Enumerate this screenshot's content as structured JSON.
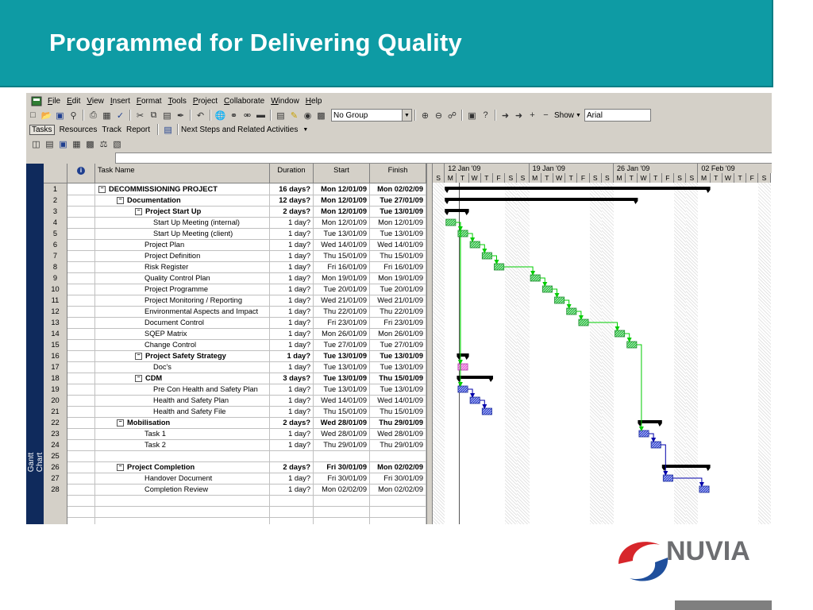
{
  "slide": {
    "title": "Programmed for Delivering Quality",
    "logo_text": "NUVIA"
  },
  "colors": {
    "banner": "#0e9ba4",
    "viewbar": "#0f2a5c",
    "bar_green": "#36c24a",
    "bar_blue": "#3d4fd4",
    "bar_pink": "#e86ad8",
    "summary": "#000000",
    "link_green": "#00cc00",
    "link_blue": "#0000aa",
    "logo_red": "#d7262b",
    "logo_blue": "#1f4f9c",
    "logo_text": "#6d6e71"
  },
  "menu": [
    "File",
    "Edit",
    "View",
    "Insert",
    "Format",
    "Tools",
    "Project",
    "Collaborate",
    "Window",
    "Help"
  ],
  "toolbar": {
    "group_value": "No Group",
    "show_label": "Show",
    "font_value": "Arial"
  },
  "view_tabs": {
    "tasks": "Tasks",
    "resources": "Resources",
    "track": "Track",
    "report": "Report",
    "next_steps": "Next Steps and Related Activities"
  },
  "view_bar_label": "Gantt Chart",
  "columns": {
    "id": "",
    "info": "i",
    "name": "Task Name",
    "duration": "Duration",
    "start": "Start",
    "finish": "Finish"
  },
  "timeline": {
    "weeks": [
      "12 Jan '09",
      "19 Jan '09",
      "26 Jan '09",
      "02 Feb '09"
    ],
    "day_letters": [
      "S",
      "M",
      "T",
      "W",
      "T",
      "F",
      "S",
      "S",
      "M",
      "T",
      "W",
      "T",
      "F",
      "S",
      "S",
      "M",
      "T",
      "W",
      "T",
      "F",
      "S",
      "S",
      "M",
      "T",
      "W",
      "T",
      "F",
      "S"
    ],
    "start_date": "2009-01-11"
  },
  "tasks": [
    {
      "id": "1",
      "name": "DECOMMISSIONING PROJECT",
      "level": 0,
      "summary": true,
      "duration": "16 days?",
      "start": "Mon 12/01/09",
      "finish": "Mon 02/02/09",
      "s": "2009-01-12",
      "f": "2009-02-02"
    },
    {
      "id": "2",
      "name": "Documentation",
      "level": 1,
      "summary": true,
      "duration": "12 days?",
      "start": "Mon 12/01/09",
      "finish": "Tue 27/01/09",
      "s": "2009-01-12",
      "f": "2009-01-27"
    },
    {
      "id": "3",
      "name": "Project Start Up",
      "level": 2,
      "summary": true,
      "duration": "2 days?",
      "start": "Mon 12/01/09",
      "finish": "Tue 13/01/09",
      "s": "2009-01-12",
      "f": "2009-01-13"
    },
    {
      "id": "4",
      "name": "Start Up Meeting (internal)",
      "level": 3,
      "summary": false,
      "duration": "1 day?",
      "start": "Mon 12/01/09",
      "finish": "Mon 12/01/09",
      "s": "2009-01-12",
      "f": "2009-01-12",
      "color": "green"
    },
    {
      "id": "5",
      "name": "Start Up Meeting (client)",
      "level": 3,
      "summary": false,
      "duration": "1 day?",
      "start": "Tue 13/01/09",
      "finish": "Tue 13/01/09",
      "s": "2009-01-13",
      "f": "2009-01-13",
      "color": "green"
    },
    {
      "id": "6",
      "name": "Project Plan",
      "level": 2,
      "summary": false,
      "duration": "1 day?",
      "start": "Wed 14/01/09",
      "finish": "Wed 14/01/09",
      "s": "2009-01-14",
      "f": "2009-01-14",
      "color": "green"
    },
    {
      "id": "7",
      "name": "Project Definition",
      "level": 2,
      "summary": false,
      "duration": "1 day?",
      "start": "Thu 15/01/09",
      "finish": "Thu 15/01/09",
      "s": "2009-01-15",
      "f": "2009-01-15",
      "color": "green"
    },
    {
      "id": "8",
      "name": "Risk Register",
      "level": 2,
      "summary": false,
      "duration": "1 day?",
      "start": "Fri 16/01/09",
      "finish": "Fri 16/01/09",
      "s": "2009-01-16",
      "f": "2009-01-16",
      "color": "green"
    },
    {
      "id": "9",
      "name": "Quality Control Plan",
      "level": 2,
      "summary": false,
      "duration": "1 day?",
      "start": "Mon 19/01/09",
      "finish": "Mon 19/01/09",
      "s": "2009-01-19",
      "f": "2009-01-19",
      "color": "green"
    },
    {
      "id": "10",
      "name": "Project Programme",
      "level": 2,
      "summary": false,
      "duration": "1 day?",
      "start": "Tue 20/01/09",
      "finish": "Tue 20/01/09",
      "s": "2009-01-20",
      "f": "2009-01-20",
      "color": "green"
    },
    {
      "id": "11",
      "name": "Project Monitoring / Reporting",
      "level": 2,
      "summary": false,
      "duration": "1 day?",
      "start": "Wed 21/01/09",
      "finish": "Wed 21/01/09",
      "s": "2009-01-21",
      "f": "2009-01-21",
      "color": "green"
    },
    {
      "id": "12",
      "name": "Environmental Aspects and Impact",
      "level": 2,
      "summary": false,
      "duration": "1 day?",
      "start": "Thu 22/01/09",
      "finish": "Thu 22/01/09",
      "s": "2009-01-22",
      "f": "2009-01-22",
      "color": "green"
    },
    {
      "id": "13",
      "name": "Document Control",
      "level": 2,
      "summary": false,
      "duration": "1 day?",
      "start": "Fri 23/01/09",
      "finish": "Fri 23/01/09",
      "s": "2009-01-23",
      "f": "2009-01-23",
      "color": "green"
    },
    {
      "id": "14",
      "name": "SQEP Matrix",
      "level": 2,
      "summary": false,
      "duration": "1 day?",
      "start": "Mon 26/01/09",
      "finish": "Mon 26/01/09",
      "s": "2009-01-26",
      "f": "2009-01-26",
      "color": "green"
    },
    {
      "id": "15",
      "name": "Change Control",
      "level": 2,
      "summary": false,
      "duration": "1 day?",
      "start": "Tue 27/01/09",
      "finish": "Tue 27/01/09",
      "s": "2009-01-27",
      "f": "2009-01-27",
      "color": "green"
    },
    {
      "id": "16",
      "name": "Project Safety Strategy",
      "level": 2,
      "summary": true,
      "duration": "1 day?",
      "start": "Tue 13/01/09",
      "finish": "Tue 13/01/09",
      "s": "2009-01-13",
      "f": "2009-01-13"
    },
    {
      "id": "17",
      "name": "Doc's",
      "level": 3,
      "summary": false,
      "duration": "1 day?",
      "start": "Tue 13/01/09",
      "finish": "Tue 13/01/09",
      "s": "2009-01-13",
      "f": "2009-01-13",
      "color": "pink"
    },
    {
      "id": "18",
      "name": "CDM",
      "level": 2,
      "summary": true,
      "duration": "3 days?",
      "start": "Tue 13/01/09",
      "finish": "Thu 15/01/09",
      "s": "2009-01-13",
      "f": "2009-01-15"
    },
    {
      "id": "19",
      "name": "Pre Con Health and Safety Plan",
      "level": 3,
      "summary": false,
      "duration": "1 day?",
      "start": "Tue 13/01/09",
      "finish": "Tue 13/01/09",
      "s": "2009-01-13",
      "f": "2009-01-13",
      "color": "blue"
    },
    {
      "id": "20",
      "name": "Health and Safety Plan",
      "level": 3,
      "summary": false,
      "duration": "1 day?",
      "start": "Wed 14/01/09",
      "finish": "Wed 14/01/09",
      "s": "2009-01-14",
      "f": "2009-01-14",
      "color": "blue"
    },
    {
      "id": "21",
      "name": "Health and Safety File",
      "level": 3,
      "summary": false,
      "duration": "1 day?",
      "start": "Thu 15/01/09",
      "finish": "Thu 15/01/09",
      "s": "2009-01-15",
      "f": "2009-01-15",
      "color": "blue"
    },
    {
      "id": "22",
      "name": "Mobilisation",
      "level": 1,
      "summary": true,
      "duration": "2 days?",
      "start": "Wed 28/01/09",
      "finish": "Thu 29/01/09",
      "s": "2009-01-28",
      "f": "2009-01-29"
    },
    {
      "id": "23",
      "name": "Task 1",
      "level": 2,
      "summary": false,
      "duration": "1 day?",
      "start": "Wed 28/01/09",
      "finish": "Wed 28/01/09",
      "s": "2009-01-28",
      "f": "2009-01-28",
      "color": "blue"
    },
    {
      "id": "24",
      "name": "Task 2",
      "level": 2,
      "summary": false,
      "duration": "1 day?",
      "start": "Thu 29/01/09",
      "finish": "Thu 29/01/09",
      "s": "2009-01-29",
      "f": "2009-01-29",
      "color": "blue"
    },
    {
      "id": "25",
      "name": "",
      "level": 0,
      "summary": false,
      "duration": "",
      "start": "",
      "finish": ""
    },
    {
      "id": "26",
      "name": "Project Completion",
      "level": 1,
      "summary": true,
      "duration": "2 days?",
      "start": "Fri 30/01/09",
      "finish": "Mon 02/02/09",
      "s": "2009-01-30",
      "f": "2009-02-02"
    },
    {
      "id": "27",
      "name": "Handover Document",
      "level": 2,
      "summary": false,
      "duration": "1 day?",
      "start": "Fri 30/01/09",
      "finish": "Fri 30/01/09",
      "s": "2009-01-30",
      "f": "2009-01-30",
      "color": "blue"
    },
    {
      "id": "28",
      "name": "Completion Review",
      "level": 2,
      "summary": false,
      "duration": "1 day?",
      "start": "Mon 02/02/09",
      "finish": "Mon 02/02/09",
      "s": "2009-02-02",
      "f": "2009-02-02",
      "color": "blue"
    }
  ],
  "links": [
    {
      "from": "4",
      "to": "5",
      "color": "green"
    },
    {
      "from": "5",
      "to": "6",
      "color": "green"
    },
    {
      "from": "6",
      "to": "7",
      "color": "green"
    },
    {
      "from": "7",
      "to": "8",
      "color": "green"
    },
    {
      "from": "8",
      "to": "9",
      "color": "green"
    },
    {
      "from": "9",
      "to": "10",
      "color": "green"
    },
    {
      "from": "10",
      "to": "11",
      "color": "green"
    },
    {
      "from": "11",
      "to": "12",
      "color": "green"
    },
    {
      "from": "12",
      "to": "13",
      "color": "green"
    },
    {
      "from": "13",
      "to": "14",
      "color": "green"
    },
    {
      "from": "14",
      "to": "15",
      "color": "green"
    },
    {
      "from": "4",
      "to": "17",
      "color": "green"
    },
    {
      "from": "4",
      "to": "19",
      "color": "green"
    },
    {
      "from": "15",
      "to": "23",
      "color": "green"
    },
    {
      "from": "19",
      "to": "20",
      "color": "blue"
    },
    {
      "from": "20",
      "to": "21",
      "color": "blue"
    },
    {
      "from": "23",
      "to": "24",
      "color": "blue"
    },
    {
      "from": "24",
      "to": "27",
      "color": "blue"
    },
    {
      "from": "27",
      "to": "28",
      "color": "blue"
    }
  ]
}
